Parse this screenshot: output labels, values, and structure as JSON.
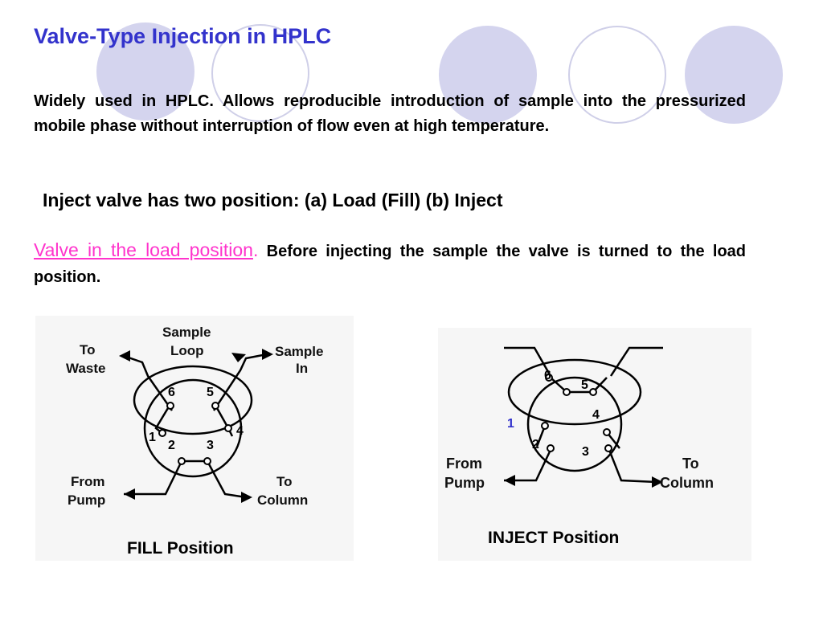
{
  "slide": {
    "title": "Valve-Type Injection in HPLC",
    "intro": "Widely used in HPLC. Allows reproducible introduction of sample into the pressurized mobile phase without interruption of  flow even at high temperature.",
    "positions_line": "Inject valve has two position:  (a) Load (Fill)   (b) Inject",
    "load_heading": "Valve in the load position",
    "load_heading_period": ".",
    "load_text": "  Before injecting the sample the valve is turned to the load position."
  },
  "fill_diagram": {
    "label_to_waste_1": "To",
    "label_to_waste_2": "Waste",
    "label_sample_loop_1": "Sample",
    "label_sample_loop_2": "Loop",
    "label_sample_in_1": "Sample",
    "label_sample_in_2": "In",
    "label_from_pump_1": "From",
    "label_from_pump_2": "Pump",
    "label_to_column_1": "To",
    "label_to_column_2": "Column",
    "port_1": "1",
    "port_2": "2",
    "port_3": "3",
    "port_4": "4",
    "port_5": "5",
    "port_6": "6",
    "caption": "FILL Position"
  },
  "inject_diagram": {
    "label_from_pump_1": "From",
    "label_from_pump_2": "Pump",
    "label_to_column_1": "To",
    "label_to_column_2": "Column",
    "port_1": "1",
    "port_2": "2",
    "port_3": "3",
    "port_4": "4",
    "port_5": "5",
    "port_6": "6",
    "caption": "INJECT Position"
  },
  "colors": {
    "title": "#3333cc",
    "load_heading": "#ff33cc",
    "decor_fill": "#d4d4ee",
    "port_1_inject": "#3333cc"
  }
}
